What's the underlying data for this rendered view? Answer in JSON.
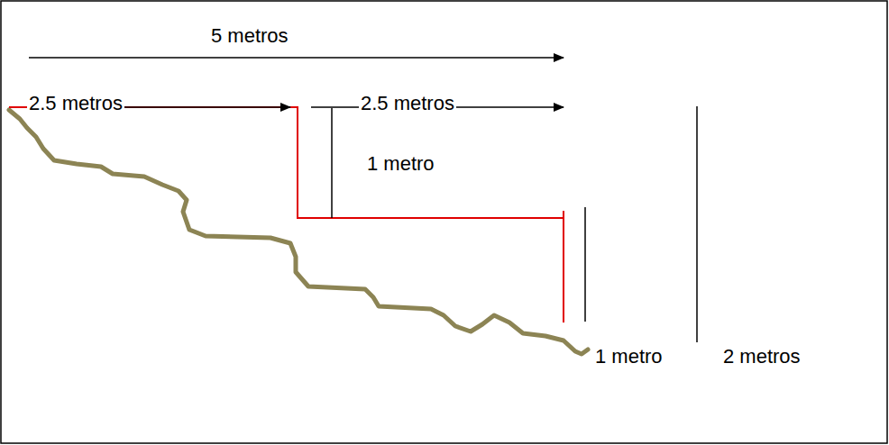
{
  "diagram": {
    "labels": [
      "5 metros",
      "2.5 metros",
      "2.5 metros",
      "1 metro",
      "1 metro",
      "2 metros"
    ]
  }
}
